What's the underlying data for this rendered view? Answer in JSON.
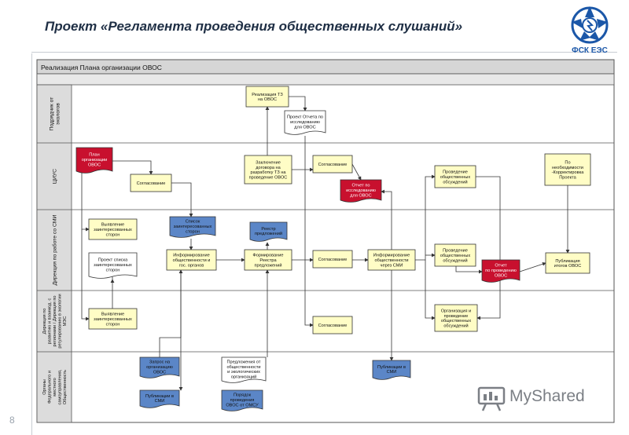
{
  "header": {
    "title": "Проект «Регламента проведения общественных слушаний»",
    "logo_text": "ФСК ЕЭС",
    "page_number": "8"
  },
  "watermark": {
    "text": "MyShared"
  },
  "diagram": {
    "title": "Реализация Плана организации ОВОС",
    "lanes": [
      [
        "Подрядчик от",
        "экологов"
      ],
      [
        "ЦИУС"
      ],
      [
        "Дирекция по работе со СМИ"
      ],
      [
        "Дирекция по",
        "развитию и взаимод. с",
        "регионами / Дирекция по",
        "регулированию в экологии",
        "МЭС"
      ],
      [
        "Органы",
        "Федерального и",
        "местного",
        "самоуправления,",
        "Общественность"
      ]
    ],
    "nodes": {
      "plan_ovos": [
        "План",
        "организации",
        "ОВОС"
      ],
      "agree_1": [
        "Согласование"
      ],
      "identify_1": [
        "Выявление",
        "заинтересованных",
        "сторон"
      ],
      "draft_list": [
        "Проект списка",
        "заинтересованных",
        "сторон"
      ],
      "identify_2": [
        "Выявление",
        "заинтересованных",
        "сторон"
      ],
      "list_parties": [
        "Список",
        "заинтересованных",
        "сторон"
      ],
      "inform_public": [
        "Информирование",
        "общественности и",
        "гос. органов"
      ],
      "request_ovos": [
        "Запрос на",
        "организацию",
        "ОВОС"
      ],
      "pub_media_1": [
        "Публикации в",
        "СМИ"
      ],
      "impl_tz": [
        "Реализация ТЗ",
        "на ОВОС"
      ],
      "draft_report": [
        "Проект Отчета по",
        "исследованию",
        "для ОВОС"
      ],
      "contract": [
        "Заключение",
        "договора на",
        "разработку ТЗ на",
        "проведение ОВОС"
      ],
      "registry_1": [
        "Реестр",
        "предложений"
      ],
      "form_registry": [
        "Формирование",
        "Реестра",
        "предложений"
      ],
      "proposals": [
        "Предложения от",
        "общественности",
        "и экологических",
        "организаций"
      ],
      "procedure": [
        "Порядок",
        "проведения",
        "ОВОС от ОМСУ"
      ],
      "agree_2": [
        "Согласование"
      ],
      "report_research": [
        "Отчет по",
        "исследованию",
        "для ОВОС"
      ],
      "agree_3": [
        "Согласование"
      ],
      "agree_4": [
        "Согласование"
      ],
      "inform_media": [
        "Информирование",
        "общественности",
        "через СМИ"
      ],
      "pub_media_2": [
        "Публикации в",
        "СМИ"
      ],
      "hold_1": [
        "Проведение",
        "общественных",
        "обсуждений"
      ],
      "hold_2": [
        "Проведение",
        "общественных",
        "обсуждений"
      ],
      "org_hold": [
        "Организация и",
        "проведение",
        "общественных",
        "обсуждений"
      ],
      "report_hold": [
        "Отчет",
        "по проведению",
        "ОВОС"
      ],
      "correct": [
        "По",
        "необходимости",
        "-Корректировка",
        "Проекта"
      ],
      "publish_results": [
        "Публикация",
        "итогов ОВОС"
      ]
    }
  },
  "colors": {
    "process_fill": "#fffdc6",
    "document_blue": "#5b86c7",
    "document_red": "#c8102e",
    "document_white": "#ffffff",
    "lane_header": "#dcdcdc",
    "title_band": "#d6d6d6",
    "title_text": "#1f2f45",
    "logo_blue": "#1b57a8"
  },
  "icons": {
    "logo": "fsk-lightning-logo-icon",
    "watermark": "presentation-board-icon"
  }
}
